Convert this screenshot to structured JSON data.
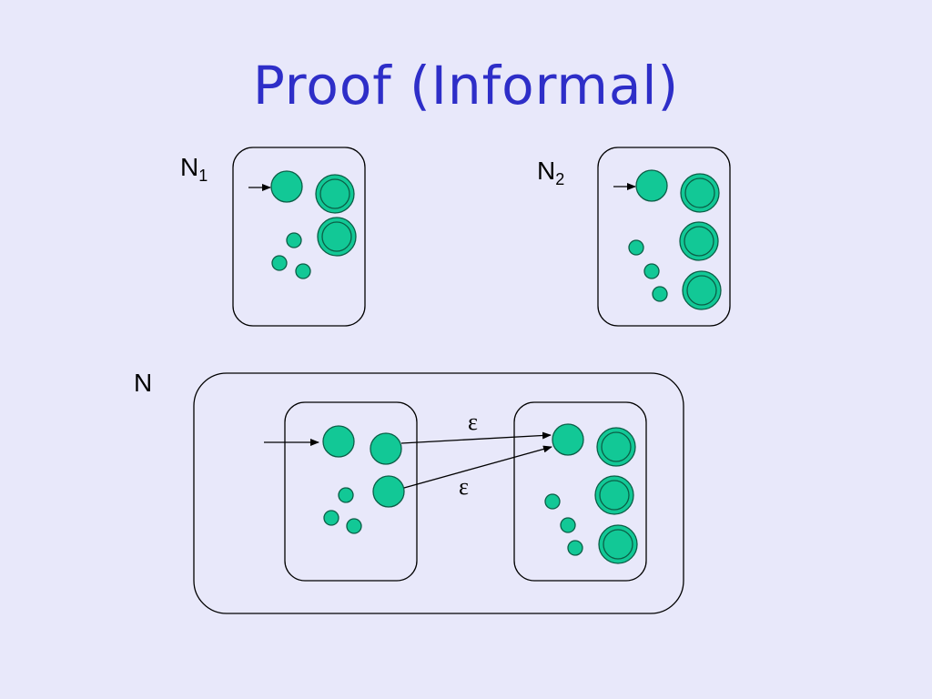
{
  "slide": {
    "title": "Proof (Informal)",
    "labels": {
      "n1_base": "N",
      "n1_sub": "1",
      "n2_base": "N",
      "n2_sub": "2",
      "n": "N",
      "epsilon_top": "ε",
      "epsilon_bottom": "ε"
    },
    "colors": {
      "background": "#E8E8FA",
      "title": "#2E2EC8",
      "state_fill": "#12C896",
      "state_stroke": "#0B5E46"
    }
  }
}
